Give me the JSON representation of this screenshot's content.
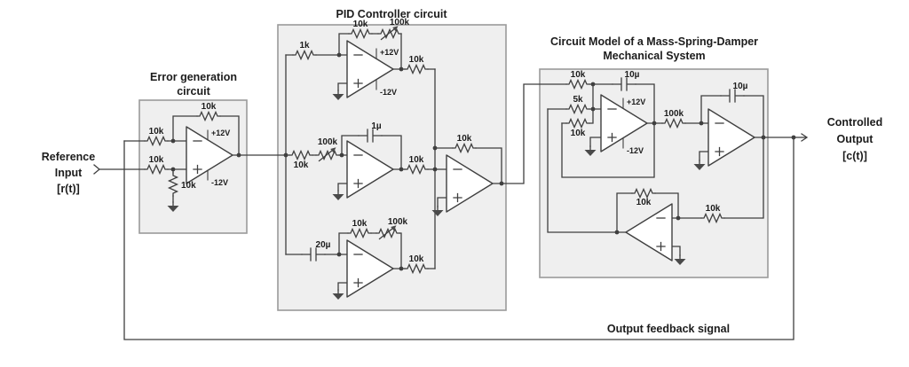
{
  "io": {
    "reference_input_lines": [
      "Reference",
      "Input",
      "[r(t)]"
    ],
    "controlled_output_lines": [
      "Controlled",
      "Output",
      "[c(t)]"
    ],
    "feedback_label": "Output feedback signal"
  },
  "blocks": {
    "error_gen": {
      "title_lines": [
        "Error generation",
        "circuit"
      ]
    },
    "pid": {
      "title": "PID Controller circuit"
    },
    "msd": {
      "title_lines": [
        "Circuit Model of a Mass-Spring-Damper",
        "Mechanical System"
      ]
    }
  },
  "supplies": {
    "pos": "+12V",
    "neg": "-12V"
  },
  "components": {
    "eg": {
      "r_fb": "10k",
      "r_in_top": "10k",
      "r_in_bottom": "10k",
      "r_gnd": "10k"
    },
    "pid_p": {
      "r_in": "1k",
      "r_fb": "10k",
      "pot_fb": "100k",
      "r_out": "10k"
    },
    "pid_i": {
      "r_in": "10k",
      "pot_in": "100k",
      "c_fb": "1µ",
      "r_out": "10k"
    },
    "pid_d": {
      "c_in": "20µ",
      "r_fb": "10k",
      "pot_fb": "100k",
      "r_out": "10k"
    },
    "pid_sum": {
      "r_fb": "10k"
    },
    "msd": {
      "r_force": "10k",
      "r_spring": "5k",
      "r_damper": "10k",
      "c_fb": "10µ",
      "r_couple": "100k",
      "c_int": "10µ"
    },
    "msd_inv": {
      "r_fb": "10k",
      "r_in": "10k"
    }
  },
  "colors": {
    "wire": "#3f3f3f",
    "box_fill": "#efefef",
    "box_border": "#9a9a9a",
    "text": "#1c1c1c",
    "background": "#ffffff"
  }
}
